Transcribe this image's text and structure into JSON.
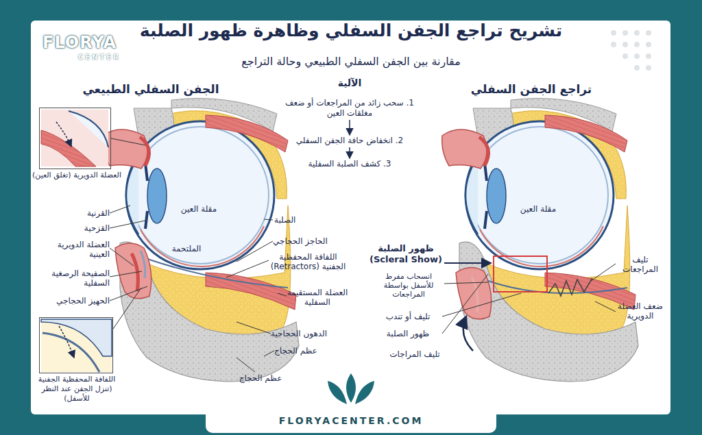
{
  "diagram": {
    "title": "تشريح تراجع الجفن السفلي وظاهرة ظهور الصلبة",
    "nodes": [
      {
        "text": [
          "1. سحب زائد من المراجعات أو ضعف مغلقات العين"
        ]
      },
      {
        "text": [
          "2. انخفاض حافة الجفن السفلي"
        ]
      },
      {
        "text": [
          "3. كشف الصلبة السفلية"
        ]
      },
      {
        "text": [
          "العضلة الدويرية (تغلق العين)"
        ]
      },
      {
        "text": [
          "اللفافة المحفظية الجفنية (تنزل الجفن عند النظر للأسفل)"
        ]
      }
    ],
    "edges": [
      {
        "from": 0,
        "to": 1,
        "arrow": "to"
      },
      {
        "from": 1,
        "to": 2,
        "arrow": "to"
      }
    ],
    "labels": [
      "FLORYA",
      "CENTER",
      "مقارنة بين الجفن السفلي الطبيعي وحالة التراجع",
      "الجفن السفلي الطبيعي",
      "الآلية",
      "تراجع الجفن السفلي",
      "القرنية",
      "القزحية",
      "العضلة الدويرية العينية",
      "الصفيحة الرصغية السفلية",
      "الحهيز الحجاجي",
      "مقلة العين",
      "الملتحمة",
      "الصلبة",
      "الحاجز الحجاجي",
      "اللفافة المحفظية الجفنية (Retractors)",
      "العضلة المستقيمة السفلية",
      "الدهون الحجاجية",
      "عظم الحجاج",
      "عظم الحجاج",
      "مقلة العين",
      "ظهور الصلبة (Scleral Show)",
      "انسحاب مفرط للأسفل بواسطة المراجعات",
      "تليف أو تندب",
      "ظهور الصلبة",
      "تليف المراجات",
      "تليف المراجعات",
      "ضعف العضلة الدويرية",
      "FLORYACENTER.COM"
    ]
  }
}
